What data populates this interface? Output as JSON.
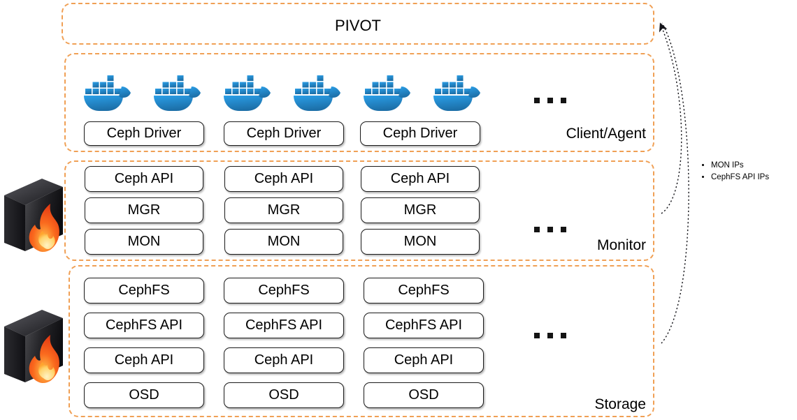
{
  "diagram": {
    "title": "PIVOT Ceph architecture",
    "accent_color": "#F0A055",
    "node_border_color": "#1a1a1a",
    "docker_blue": "#2396ED",
    "docker_blue_dark": "#18639B"
  },
  "pivot": {
    "label": "PIVOT"
  },
  "client": {
    "label": "Client/Agent",
    "ellipsis": "...",
    "whale_icon": "docker-whale-icon",
    "whale_count": 6,
    "nodes": [
      "Ceph Driver",
      "Ceph Driver",
      "Ceph Driver"
    ]
  },
  "monitor": {
    "label": "Monitor",
    "ellipsis": "...",
    "columns": [
      [
        "Ceph API",
        "MGR",
        "MON"
      ],
      [
        "Ceph API",
        "MGR",
        "MON"
      ],
      [
        "Ceph API",
        "MGR",
        "MON"
      ]
    ]
  },
  "storage": {
    "label": "Storage",
    "ellipsis": "...",
    "columns": [
      [
        "CephFS",
        "CephFS API",
        "Ceph API",
        "OSD"
      ],
      [
        "CephFS",
        "CephFS API",
        "Ceph API",
        "OSD"
      ],
      [
        "CephFS",
        "CephFS API",
        "Ceph API",
        "OSD"
      ]
    ]
  },
  "firewalls": [
    {
      "icon": "firewall-icon"
    },
    {
      "icon": "firewall-icon"
    }
  ],
  "annotations": {
    "ip_list": [
      "MON IPs",
      "CephFS API IPs"
    ]
  }
}
